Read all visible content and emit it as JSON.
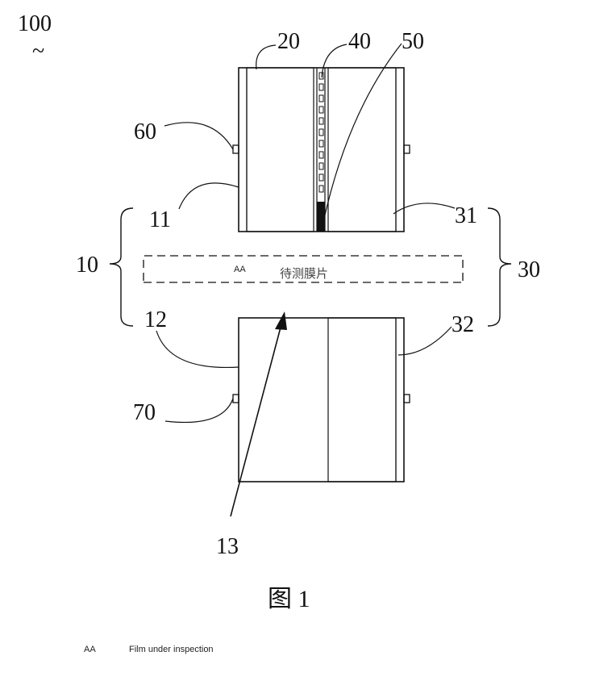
{
  "labels": {
    "n100": "100",
    "tilde": "~",
    "n20": "20",
    "n40": "40",
    "n50": "50",
    "n60": "60",
    "n11": "11",
    "n31": "31",
    "n10": "10",
    "n30": "30",
    "n12": "12",
    "n32": "32",
    "n70": "70",
    "n13": "13"
  },
  "film": {
    "code": "AA",
    "chinese": "待测膜片"
  },
  "caption": "图 1",
  "footnote": {
    "code": "AA",
    "text": "Film under inspection"
  }
}
